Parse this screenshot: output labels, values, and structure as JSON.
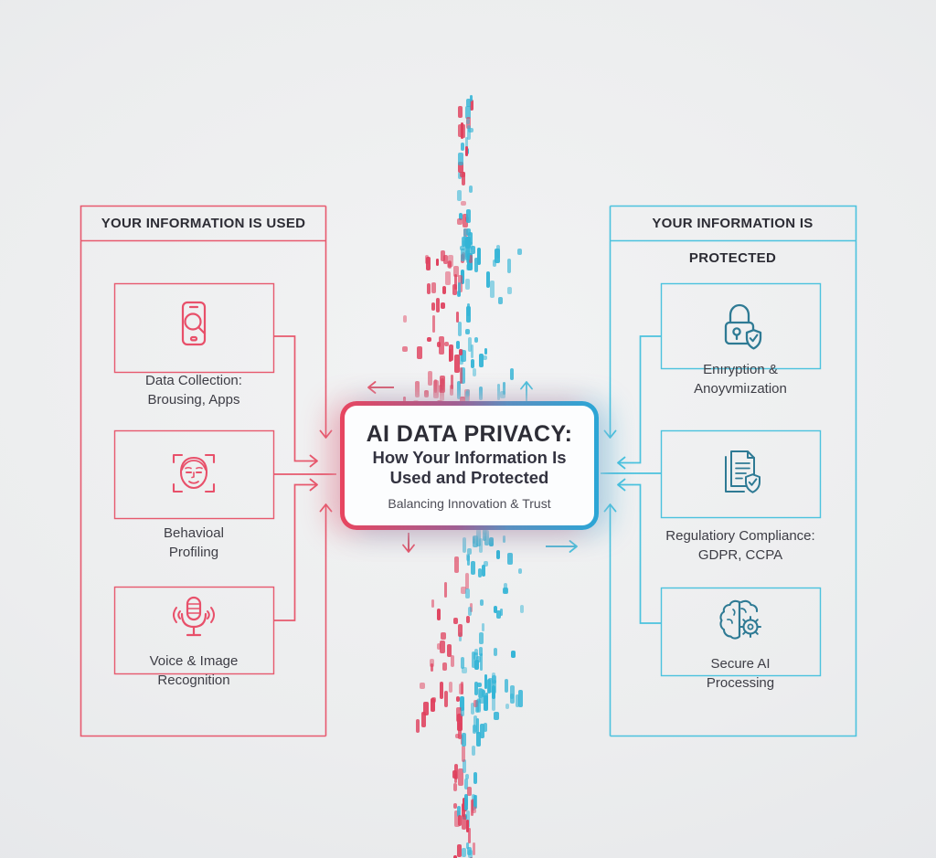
{
  "title_block": {
    "title": "AI DATA PRIVACY:",
    "subtitle_line1": "How Your Information Is",
    "subtitle_line2": "Used and Protected",
    "tagline": "Balancing Innovation & Trust"
  },
  "left_panel": {
    "header": "YOUR INFORMATION IS USED",
    "items": [
      {
        "icon": "phone-search-icon",
        "label_line1": "Data Collection:",
        "label_line2": "Brousing, Apps"
      },
      {
        "icon": "face-scan-icon",
        "label_line1": "Behavioal",
        "label_line2": "Profiling"
      },
      {
        "icon": "microphone-icon",
        "label_line1": "Voice & Image",
        "label_line2": "Recognition"
      }
    ]
  },
  "right_panel": {
    "header": "YOUR INFORMATION IS PROTECTED",
    "items": [
      {
        "icon": "lock-shield-icon",
        "label_line1": "Enıryption &",
        "label_line2": "Anoyvmiızation"
      },
      {
        "icon": "document-shield-icon",
        "label_line1": "Regulatiory Compliance:",
        "label_line2": "GDPR, CCPA"
      },
      {
        "icon": "brain-gear-icon",
        "label_line1": "Secure AI",
        "label_line2": "Processing"
      }
    ]
  },
  "colors": {
    "red_line": "#e7596e",
    "blue_line": "#4bc2de",
    "icon_red": "#e8506a",
    "icon_teal": "#2e7a94",
    "text_dark": "#2c2c34"
  },
  "particles": {
    "seed": 20240701,
    "count": 300,
    "red": "#df3f5c",
    "blue": "#33b4d6"
  }
}
